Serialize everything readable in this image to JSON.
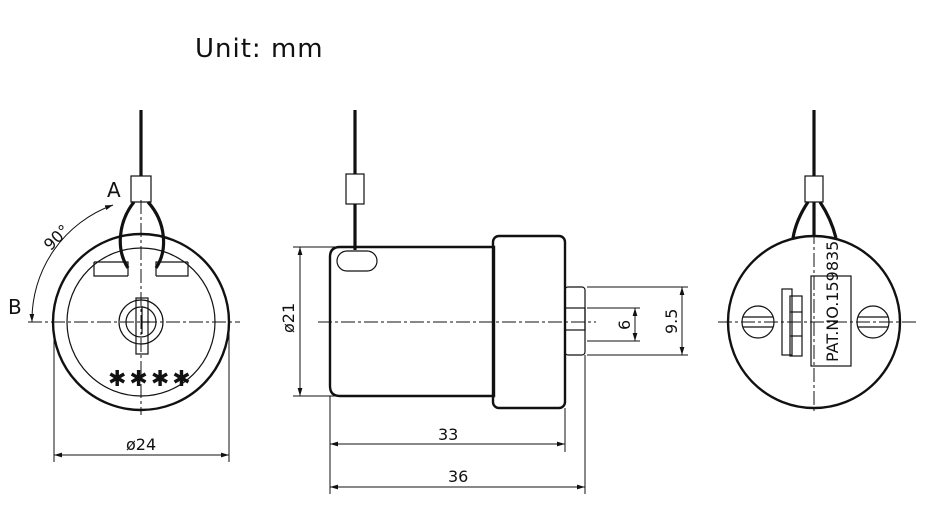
{
  "title": "Unit:  mm",
  "front_view": {
    "label_a": "A",
    "label_b": "B",
    "angle": "90°",
    "stars": "✱✱✱✱",
    "diameter": "ø24"
  },
  "side_view": {
    "diameter": "ø21",
    "length_short": "33",
    "length_long": "36",
    "shaft_small": "6",
    "shaft_large": "9.5"
  },
  "rear_view": {
    "patent": "PAT.NO.159835"
  }
}
